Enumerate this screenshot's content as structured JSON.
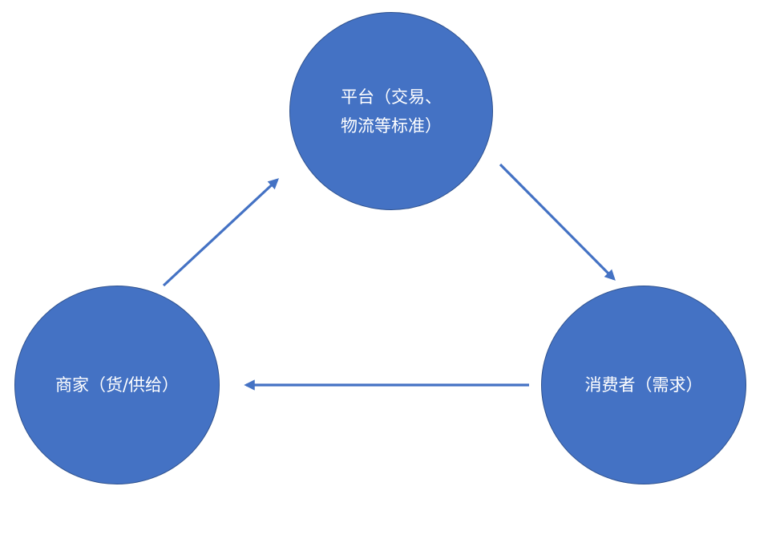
{
  "colors": {
    "node_fill": "#4472c4",
    "node_border": "#2f528f",
    "arrow": "#4472c4",
    "label_text": "#ffffff",
    "background": "#ffffff"
  },
  "nodes": {
    "platform": {
      "line1": "平台（交易、",
      "line2": "物流等标准）"
    },
    "merchant": {
      "label": "商家（货/供给）"
    },
    "consumer": {
      "label": "消费者（需求）"
    }
  }
}
